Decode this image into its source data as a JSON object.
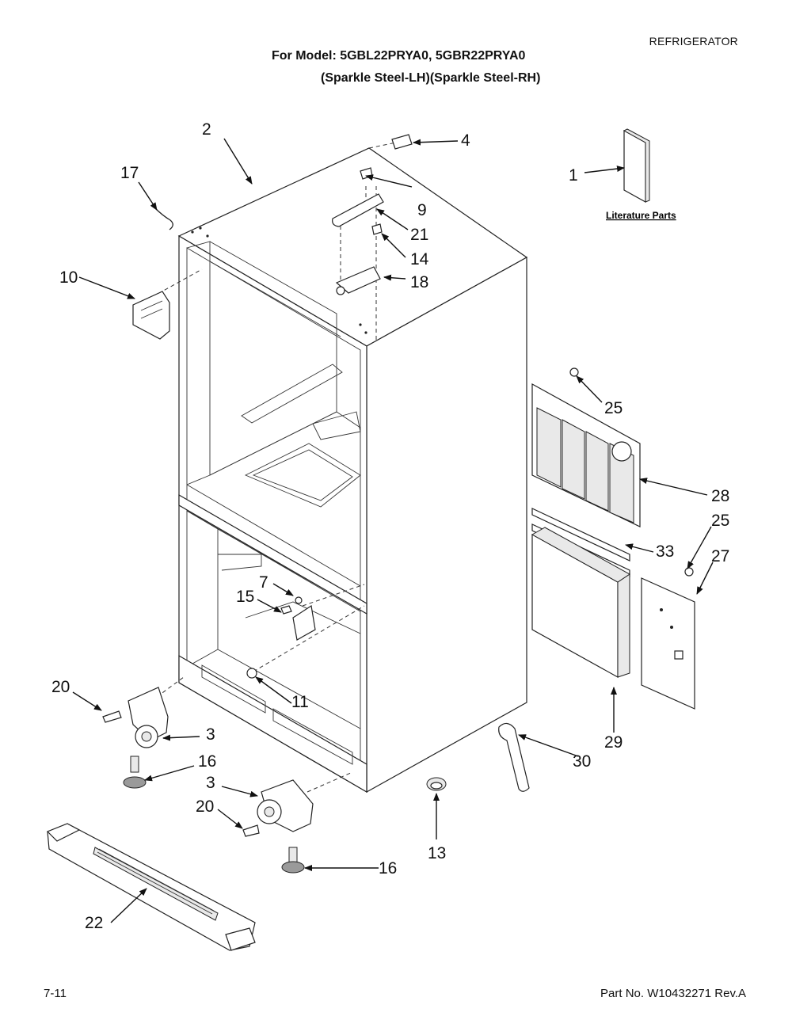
{
  "header": {
    "category": "REFRIGERATOR",
    "model_line": "For Model: 5GBL22PRYA0, 5GBR22PRYA0",
    "variant_line": "(Sparkle Steel-LH)(Sparkle Steel-RH)"
  },
  "diagram": {
    "literature_label": "Literature Parts",
    "callouts": {
      "c1": "1",
      "c2": "2",
      "c3a": "3",
      "c3b": "3",
      "c4": "4",
      "c7": "7",
      "c9": "9",
      "c10": "10",
      "c11": "11",
      "c13": "13",
      "c14": "14",
      "c15": "15",
      "c16a": "16",
      "c16b": "16",
      "c17": "17",
      "c18": "18",
      "c20a": "20",
      "c20b": "20",
      "c21": "21",
      "c22": "22",
      "c25a": "25",
      "c25b": "25",
      "c27": "27",
      "c28": "28",
      "c29": "29",
      "c30": "30",
      "c33": "33"
    }
  },
  "footer": {
    "page": "7-11",
    "part_number": "Part No. W10432271 Rev.A"
  }
}
